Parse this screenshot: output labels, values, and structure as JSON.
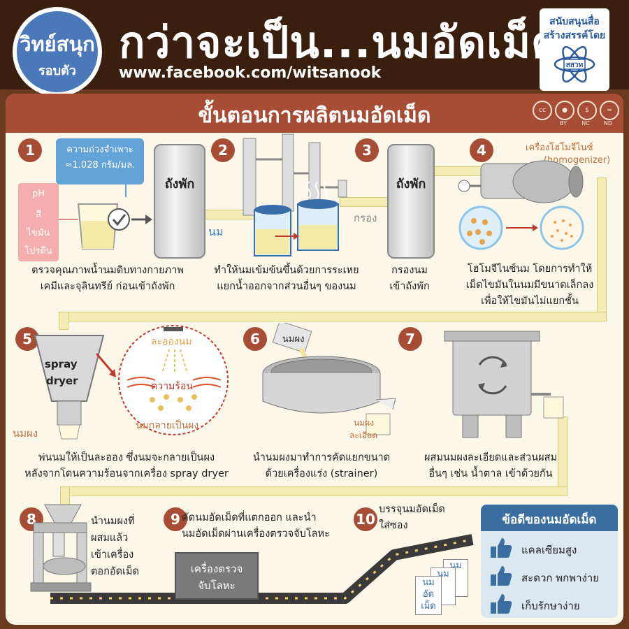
{
  "header": {
    "logo_line1": "วิทย์สนุก",
    "logo_line2": "รอบตัว",
    "title": "กว่าจะเป็น...นมอัดเม็ด",
    "url": "www.facebook.com/witsanook",
    "sponsor_line1": "สนับสนุนสื่อ",
    "sponsor_line2": "สร้างสรรค์โดย",
    "sponsor_logo_text": "สสวท"
  },
  "section": {
    "title": "ขั้นตอนการผลิตนมอัดเม็ด",
    "license": [
      "cc",
      "BY",
      "NC",
      "ND"
    ]
  },
  "steps": {
    "s1": {
      "num": "1",
      "density_line1": "ความถ่วงจำเพาะ",
      "density_line2": "≈1.028 กรัม/มล.",
      "tests": [
        "pH",
        "สี",
        "ไขมัน",
        "โปรตีน"
      ],
      "tank": "ถังพัก",
      "caption_line1": "ตรวจคุณภาพน้ำนมดิบทางกายภาพ",
      "caption_line2": "เคมีและจุลินทรีย์ ก่อนเข้าถังพัก"
    },
    "s2": {
      "num": "2",
      "pipe_label": "นม",
      "caption_line1": "ทำให้นมเข้มข้นขึ้นด้วยการระเหย",
      "caption_line2": "แยกน้ำออกจากส่วนอื่นๆ ของนม"
    },
    "s3": {
      "num": "3",
      "pipe_label": "กรอง",
      "tank": "ถังพัก",
      "caption_line1": "กรองนม",
      "caption_line2": "เข้าถังพัก"
    },
    "s4": {
      "num": "4",
      "machine_line1": "เครื่องโฮโมจีไนซ์",
      "machine_line2": "(homogenizer)",
      "caption_line1": "โฮโมจีไนซ์นม โดยการทำให้",
      "caption_line2": "เม็ดไขมันในนมมีขนาดเล็กลง",
      "caption_line3": "เพื่อให้ไขมันไม่แยกชั้น"
    },
    "s5": {
      "num": "5",
      "machine_line1": "spray",
      "machine_line2": "dryer",
      "output_label": "นมผง",
      "zoom_top": "ละอองนม",
      "zoom_heat": "ความร้อน",
      "zoom_bottom": "นมกลายเป็นผง",
      "caption_line1": "พ่นนมให้เป็นละออง ซึ่งนมจะกลายเป็นผง",
      "caption_line2": "หลังจากโดนความร้อนจากเครื่อง spray dryer"
    },
    "s6": {
      "num": "6",
      "bag_label": "นมผง",
      "output_line1": "นมผง",
      "output_line2": "ละเอียด",
      "caption_line1": "นำนมผงมาทำการคัดแยกขนาด",
      "caption_line2": "ด้วยเครื่องแร่ง (strainer)"
    },
    "s7": {
      "num": "7",
      "caption_line1": "ผสมนมผงละเอียดและส่วนผสม",
      "caption_line2": "อื่นๆ เช่น น้ำตาล เข้าด้วยกัน"
    },
    "s8": {
      "num": "8",
      "caption_line1": "นำนมผงที่",
      "caption_line2": "ผสมแล้ว",
      "caption_line3": "เข้าเครื่อง",
      "caption_line4": "ตอกอัดเม็ด"
    },
    "s9": {
      "num": "9",
      "caption_line1": "คัดนมอัดเม็ดที่แตกออก และนำ",
      "caption_line2": "นมอัดเม็ดผ่านเครื่องตรวจจับโลหะ",
      "machine_line1": "เครื่องตรวจ",
      "machine_line2": "จับโลหะ"
    },
    "s10": {
      "num": "10",
      "caption_line1": "บรรจุนมอัดเม็ด",
      "caption_line2": "ใส่ซอง",
      "pack_line1": "นม",
      "pack_line2": "อัด",
      "pack_line3": "เม็ด"
    }
  },
  "advantages": {
    "title": "ข้อดีของนมอัดเม็ด",
    "items": [
      "แคลเซียมสูง",
      "สะดวก พกพาง่าย",
      "เก็บรักษาง่าย"
    ],
    "icon": "thumbs-up-icon"
  },
  "colors": {
    "accent": "#a74d35",
    "header_bg": "#3a1f0f",
    "panel_bg": "#fbf8ea",
    "pipe": "#f3ecb5",
    "blue": "#3b6ea0"
  }
}
